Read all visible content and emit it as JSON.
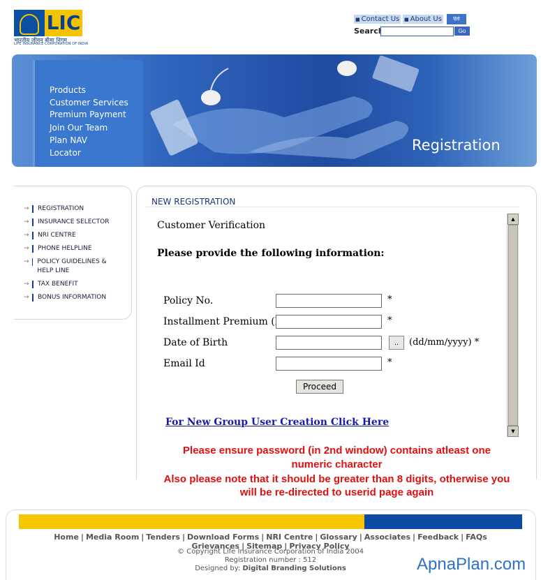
{
  "logo": {
    "brand": "LIC",
    "subtitle_hindi": "भारतीय जीवन बीमा निगम",
    "subtitle_english": "LIFE INSURANCE CORPORATION OF INDIA"
  },
  "header": {
    "contact_us": "Contact Us",
    "about_us": "About Us",
    "hindi": "हिंदी",
    "search_label": "Search",
    "go": "Go"
  },
  "banner": {
    "menu": [
      "Products",
      "Customer Services",
      "Premium Payment",
      "Join Our Team",
      "Plan NAV",
      "Locator"
    ],
    "title": "Registration"
  },
  "sidebar": {
    "items": [
      "REGISTRATION",
      "INSURANCE SELECTOR",
      "NRI CENTRE",
      "PHONE HELPLINE",
      "POLICY GUIDELINES & HELP LINE",
      "TAX BENEFIT",
      "BONUS INFORMATION"
    ]
  },
  "main": {
    "heading": "NEW REGISTRATION",
    "subheading": "Customer Verification",
    "instruction": "Please provide the following information:",
    "fields": [
      {
        "label": "Policy No.",
        "value": ""
      },
      {
        "label": "Installment Premium (Rs.)",
        "value": ""
      },
      {
        "label": "Date of Birth",
        "value": ""
      },
      {
        "label": "Email Id",
        "value": ""
      }
    ],
    "required_mark": "*",
    "calendar_button": "..",
    "date_format": "(dd/mm/yyyy) *",
    "proceed": "Proceed",
    "group_link": "For New Group User Creation Click Here"
  },
  "warning": {
    "line1": "Please ensure password (in 2nd window) contains atleast one",
    "line2": "numeric character",
    "line3": "Also please note that it should be greater than 8 digits, otherwise you",
    "line4": "will be re-directed to userid page again"
  },
  "footer": {
    "links_row1": [
      "Home",
      "Media Room",
      "Tenders",
      "Download Forms",
      "NRI Centre",
      "Glossary",
      "Associates",
      "Feedback",
      "FAQs"
    ],
    "links_row2": [
      "Grievances",
      "Sitemap",
      "Privacy Policy"
    ],
    "copyright": "© Copyright Life Insurance Corporation of India 2004",
    "registration": "Registration number : 512",
    "designed_prefix": "Designed by:",
    "designer": "Digital Branding Solutions"
  },
  "watermark": "ApnaPlan.com",
  "colors": {
    "brand_blue": "#0b4fa0",
    "brand_yellow": "#f5c400",
    "warning_red": "#e01010",
    "link_blue": "#1a1aa8"
  }
}
